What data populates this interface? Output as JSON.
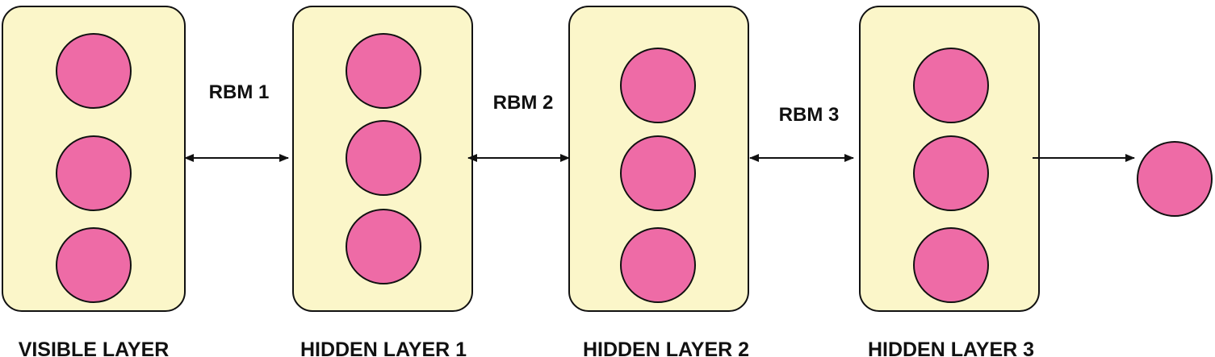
{
  "diagram": {
    "colors": {
      "layer_fill": "#FBF6C9",
      "neuron_fill": "#EE6BA6",
      "stroke": "#111111",
      "background": "#FFFFFF"
    },
    "layers": [
      {
        "label": "VISIBLE LAYER",
        "neurons": 3
      },
      {
        "label": "HIDDEN LAYER 1",
        "neurons": 3
      },
      {
        "label": "HIDDEN LAYER 2",
        "neurons": 3
      },
      {
        "label": "HIDDEN LAYER 3",
        "neurons": 3
      }
    ],
    "connections": [
      {
        "label": "RBM 1",
        "from": "VISIBLE LAYER",
        "to": "HIDDEN LAYER 1",
        "direction": "bidirectional"
      },
      {
        "label": "RBM 2",
        "from": "HIDDEN LAYER 1",
        "to": "HIDDEN LAYER 2",
        "direction": "bidirectional"
      },
      {
        "label": "RBM 3",
        "from": "HIDDEN LAYER 2",
        "to": "HIDDEN LAYER 3",
        "direction": "bidirectional"
      },
      {
        "label": "",
        "from": "HIDDEN LAYER 3",
        "to": "output",
        "direction": "forward"
      }
    ],
    "output": {
      "neurons": 1
    }
  }
}
